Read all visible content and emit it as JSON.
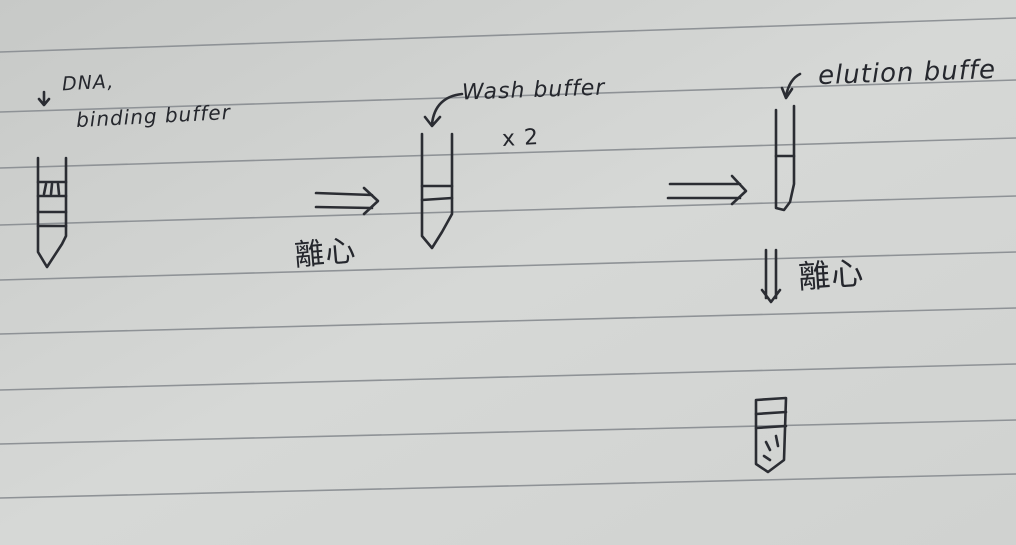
{
  "colors": {
    "paper": "#d3d5d3",
    "rule_line": "#8e9296",
    "ink": "#2b2d33"
  },
  "notes": {
    "step1": {
      "line1": "DNA,",
      "line2": "binding buffer"
    },
    "step2": {
      "label": "Wash buffer",
      "repeat": "x 2"
    },
    "step3": {
      "label": "elution buffe"
    },
    "centrifuge": "離心"
  }
}
